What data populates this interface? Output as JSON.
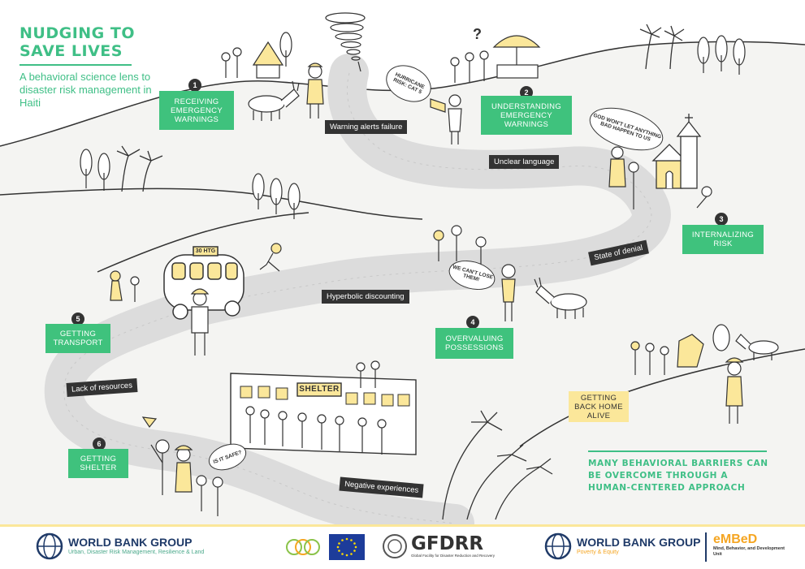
{
  "header": {
    "title": "NUDGING TO SAVE LIVES",
    "subtitle": "A behavioral science lens to disaster risk management in Haiti"
  },
  "steps": [
    {
      "number": "1",
      "label": "RECEIVING EMERGENCY WARNINGS"
    },
    {
      "number": "2",
      "label": "UNDERSTANDING EMERGENCY WARNINGS"
    },
    {
      "number": "3",
      "label": "INTERNALIZING RISK"
    },
    {
      "number": "4",
      "label": "OVERVALUING POSSESSIONS"
    },
    {
      "number": "5",
      "label": "GETTING TRANSPORT"
    },
    {
      "number": "6",
      "label": "GETTING SHELTER"
    }
  ],
  "final_step": {
    "label": "GETTING BACK HOME ALIVE"
  },
  "barriers": [
    "Warning alerts failure",
    "Unclear language",
    "State of denial",
    "Hyperbolic discounting",
    "Lack of resources",
    "Negative experiences"
  ],
  "speech": {
    "hurricane": "HURRICANE RISK: CAT 5",
    "god": "GOD WON'T LET ANYTHING BAD HAPPEN TO US",
    "lose": "WE CAN'T LOSE THEM!",
    "safe": "IS IT SAFE?",
    "question_mark": "?"
  },
  "signs": {
    "bus": "30 HTG",
    "shelter": "SHELTER"
  },
  "conclusion": "MANY BEHAVIORAL BARRIERS CAN BE OVERCOME THROUGH A HUMAN-CENTERED APPROACH",
  "footer": {
    "wbg_left": {
      "name": "WORLD BANK GROUP",
      "sub": "Urban, Disaster Risk Management, Resilience & Land"
    },
    "gfdrr": {
      "name": "GFDRR",
      "sub": "Global Facility for Disaster Reduction and Recovery"
    },
    "wbg_right": {
      "name": "WORLD BANK GROUP",
      "sub": "Poverty & Equity"
    },
    "embed": {
      "name": "eMBeD",
      "sub": "Mind, Behavior, and Development Unit"
    }
  },
  "colors": {
    "green": "#3fc27d",
    "yellow": "#fbe79a",
    "dark": "#333333",
    "road": "#dcdcdc",
    "navy": "#1f3a68"
  }
}
